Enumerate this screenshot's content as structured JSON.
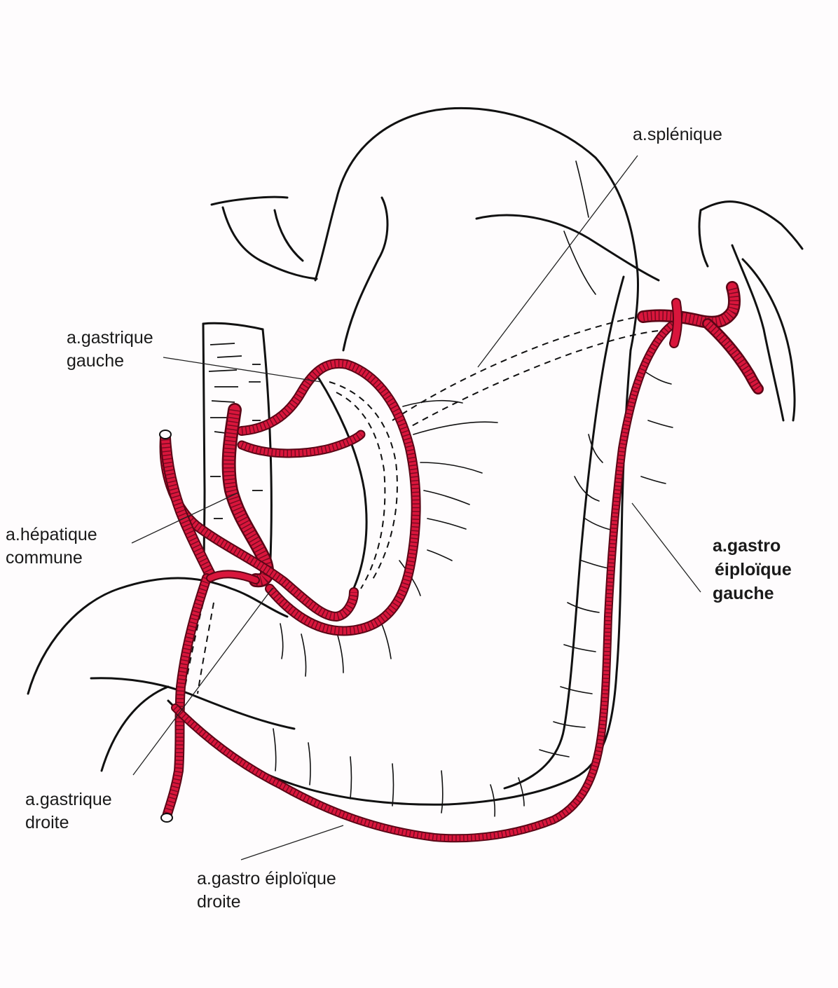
{
  "labels": {
    "splenique": "a.splénique",
    "gastrique_gauche": [
      "a.gastrique",
      "gauche"
    ],
    "hepatique_commune": [
      "a.hépatique",
      "commune"
    ],
    "gastro_epiploique_gauche": [
      "a.gastro",
      "éiploïque",
      "gauche"
    ],
    "gastrique_droite": [
      "a.gastrique",
      "droite"
    ],
    "gastro_epiploique_droite": [
      "a.gastro éiploïque",
      "droite"
    ]
  },
  "colors": {
    "artery": "#d9163c",
    "artery_stripe": "#7a0a22",
    "outline": "#111111",
    "leader_line": "#222222",
    "background": "#fefcfd"
  }
}
